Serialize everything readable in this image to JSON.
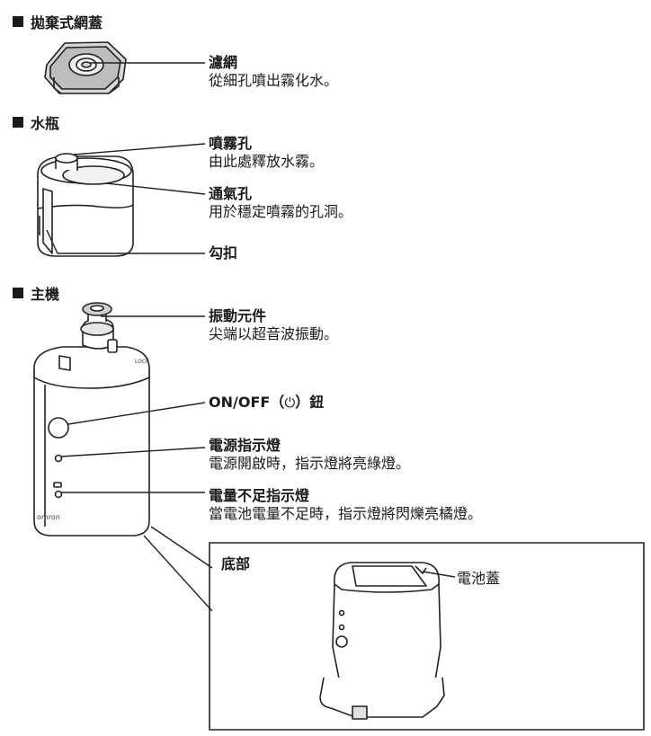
{
  "sections": {
    "cover": {
      "title": "拋棄式網蓋"
    },
    "bottle": {
      "title": "水瓶"
    },
    "main_unit": {
      "title": "主機"
    }
  },
  "labels": {
    "filter": {
      "title": "濾網",
      "desc": "從細孔噴出霧化水。"
    },
    "spray_hole": {
      "title": "噴霧孔",
      "desc": "由此處釋放水霧。"
    },
    "vent_hole": {
      "title": "通氣孔",
      "desc": "用於穩定噴霧的孔洞。"
    },
    "hook": {
      "title": "勾扣"
    },
    "vibrator": {
      "title": "振動元件",
      "desc": "尖端以超音波振動。"
    },
    "onoff": {
      "title_prefix": "ON/OFF（",
      "power_symbol": "⏻",
      "title_suffix": "）鈕"
    },
    "power_lamp": {
      "title": "電源指示燈",
      "desc": "電源開啟時，指示燈將亮綠燈。"
    },
    "battery_lamp": {
      "title": "電量不足指示燈",
      "desc": "當電池電量不足時，指示燈將閃爍亮橘燈。"
    }
  },
  "bottom_inset": {
    "title": "底部",
    "battery_cover_label": "電池蓋"
  },
  "device": {
    "brand": "omron",
    "lock_text": "LOCK"
  }
}
